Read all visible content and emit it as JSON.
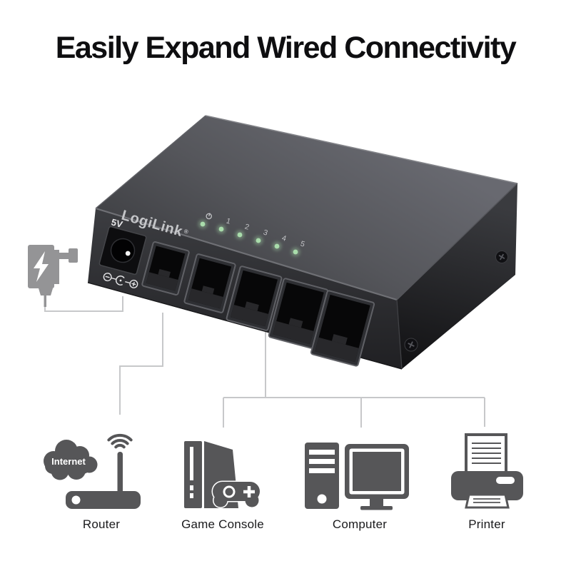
{
  "title": "Easily Expand Wired Connectivity",
  "device": {
    "brand": "LogiLink",
    "registered_mark": "®",
    "voltage_label": "5V",
    "power_led_label": "power",
    "led_labels": [
      "1",
      "2",
      "3",
      "4",
      "5"
    ],
    "port_count": 5
  },
  "devices": [
    {
      "id": "router",
      "label": "Router",
      "badge": "Internet"
    },
    {
      "id": "game-console",
      "label": "Game Console"
    },
    {
      "id": "computer",
      "label": "Computer"
    },
    {
      "id": "printer",
      "label": "Printer"
    }
  ],
  "colors": {
    "led_green": "#a9dcab",
    "icon_gray": "#565658",
    "adapter_gray": "#949496",
    "line_gray": "#c7c8ca",
    "label_gray": "#c2c3c6"
  }
}
